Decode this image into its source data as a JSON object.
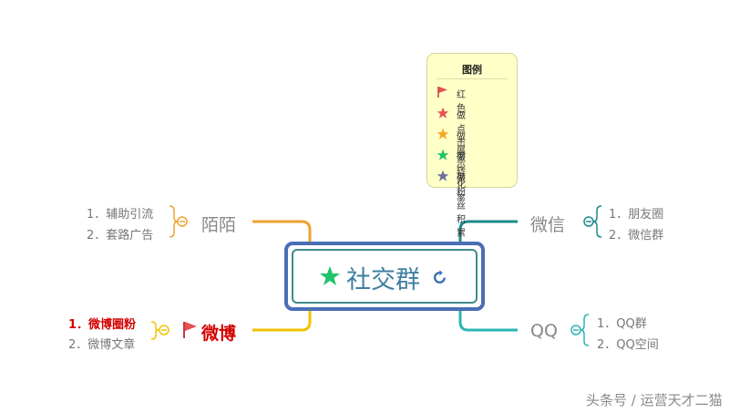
{
  "legend": {
    "title": "图例",
    "items": [
      {
        "icon": "red-flag-icon",
        "label": "红色",
        "color": "#e45252"
      },
      {
        "icon": "red-star-icon",
        "label": "做点击率",
        "color": "#e45252"
      },
      {
        "icon": "orange-star-icon",
        "label": "做展示率",
        "color": "#f5a623"
      },
      {
        "icon": "green-star-icon",
        "label": "做转化率",
        "color": "#21c36b"
      },
      {
        "icon": "purple-star-icon",
        "label": "做粉丝积累",
        "color": "#6e6e9e"
      }
    ]
  },
  "center": {
    "title": "社交群",
    "star_color": "#21c36b",
    "border_color": "#4a6fb5"
  },
  "branches": {
    "momo": {
      "title": "陌陌",
      "color": "#f0a230",
      "items": [
        "1．辅助引流",
        "2．套路广告"
      ]
    },
    "weibo": {
      "title": "微博",
      "color": "#f2c200",
      "title_color": "#d40000",
      "items": [
        "1．微博圈粉",
        "2．微博文章"
      ]
    },
    "wechat": {
      "title": "微信",
      "color": "#1d8a8a",
      "items": [
        "1．朋友圈",
        "2．微信群"
      ]
    },
    "qq": {
      "title": "QQ",
      "color": "#2bb5b5",
      "items": [
        "1．QQ群",
        "2．QQ空间"
      ]
    }
  },
  "watermark": "头条号 / 运营天才二猫"
}
